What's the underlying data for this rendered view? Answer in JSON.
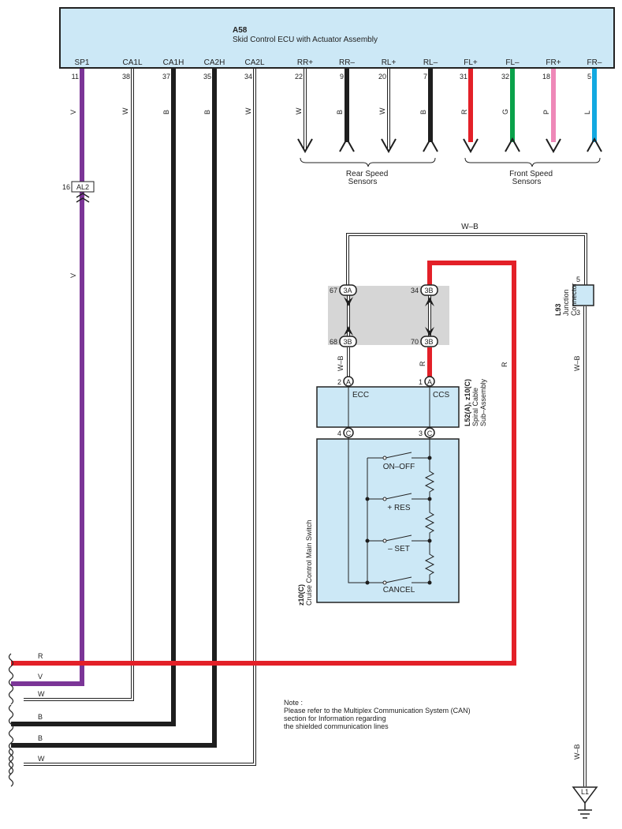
{
  "ecu": {
    "code": "A58",
    "name": "Skid Control ECU with Actuator Assembly"
  },
  "ecu_pins": [
    {
      "label": "SP1",
      "num": "11",
      "color_code": "V"
    },
    {
      "label": "CA1L",
      "num": "38",
      "color_code": "W"
    },
    {
      "label": "CA1H",
      "num": "37",
      "color_code": "B"
    },
    {
      "label": "CA2H",
      "num": "35",
      "color_code": "B"
    },
    {
      "label": "CA2L",
      "num": "34",
      "color_code": "W"
    },
    {
      "label": "RR+",
      "num": "22",
      "color_code": "W"
    },
    {
      "label": "RR–",
      "num": "9",
      "color_code": "B"
    },
    {
      "label": "RL+",
      "num": "20",
      "color_code": "W"
    },
    {
      "label": "RL–",
      "num": "7",
      "color_code": "B"
    },
    {
      "label": "FL+",
      "num": "31",
      "color_code": "R"
    },
    {
      "label": "FL–",
      "num": "32",
      "color_code": "G"
    },
    {
      "label": "FR+",
      "num": "18",
      "color_code": "P"
    },
    {
      "label": "FR–",
      "num": "5",
      "color_code": "L"
    }
  ],
  "sensor_groups": {
    "rear": "Rear Speed\nSensors",
    "front": "Front Speed\nSensors"
  },
  "inline_connector": {
    "num": "16",
    "code": "AL2",
    "wire_below": "V"
  },
  "junction": {
    "code": "L93",
    "name": "Junction\nConnector",
    "pin_top": "5",
    "pin_bottom": "3",
    "wire_top": "W–B",
    "wire_right": "W–B",
    "wire_bottom": "W–B"
  },
  "shield_pins": [
    {
      "num": "67",
      "code": "3A"
    },
    {
      "num": "34",
      "code": "3B"
    },
    {
      "num": "68",
      "code": "3B"
    },
    {
      "num": "70",
      "code": "3B"
    }
  ],
  "wire_labels": {
    "left_feed": "W–B",
    "right_feed": "R",
    "long_red": "R"
  },
  "spiral": {
    "pin_a_left": {
      "num": "2",
      "code": "A"
    },
    "pin_a_right": {
      "num": "1",
      "code": "A"
    },
    "pin_c_left": {
      "num": "4",
      "code": "C"
    },
    "pin_c_right": {
      "num": "3",
      "code": "C"
    },
    "left_label": "ECC",
    "right_label": "CCS",
    "code": "L52(A), z10(C)",
    "name": "Spiral Cable\nSub–Assembly"
  },
  "main_switch": {
    "code": "z10(C)",
    "name": "Cruise Control Main Switch",
    "switches": [
      "ON–OFF",
      "+ RES",
      "– SET",
      "CANCEL"
    ]
  },
  "harness": {
    "wire_codes": [
      "R",
      "V",
      "W",
      "B",
      "B",
      "W"
    ]
  },
  "ground": {
    "code": "L1"
  },
  "note": {
    "lines": [
      "Note :",
      "Please refer to the Multiplex Communication System (CAN)",
      "section for Information regarding",
      "the shielded communication lines"
    ]
  },
  "colors": {
    "ecu_fill": "#cce8f6",
    "shield_fill": "#d6d6d6",
    "red": "#e32028",
    "violet": "#7b3597",
    "black": "#1e1e1e",
    "green": "#0aa24a",
    "pink": "#ee88b8",
    "blue": "#12a9e1"
  }
}
